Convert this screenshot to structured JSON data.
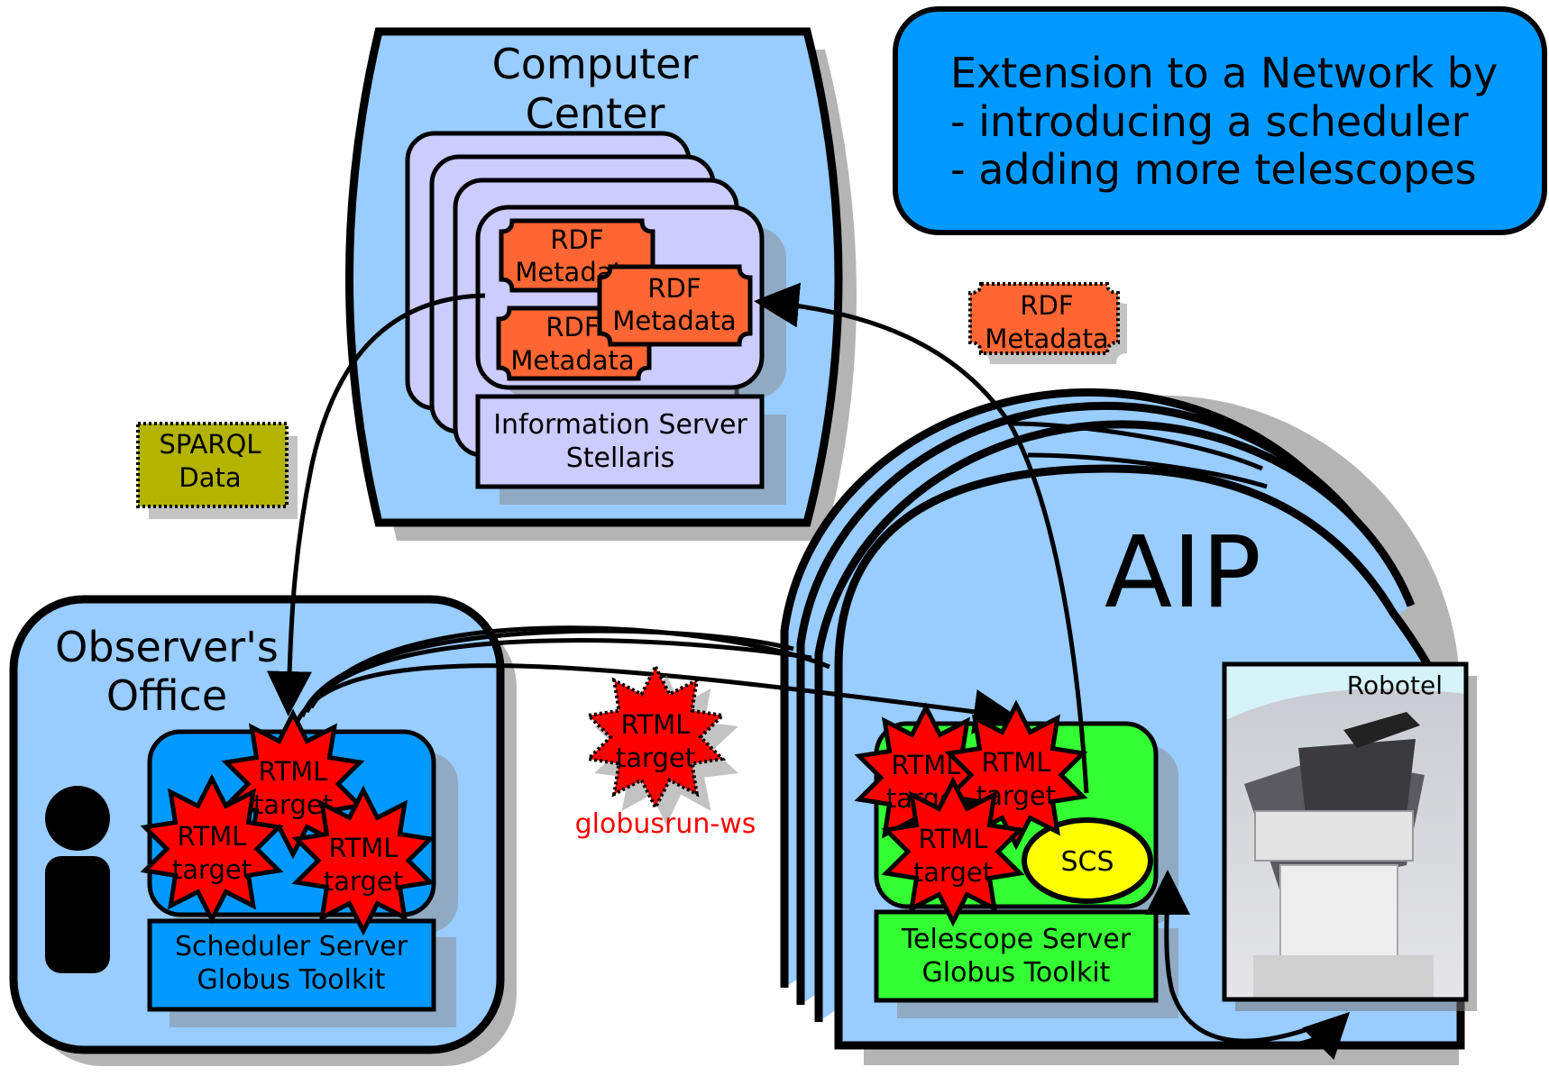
{
  "info_box": {
    "line1": "Extension to a Network by",
    "line2": "- introducing a scheduler",
    "line3": "- adding more telescopes"
  },
  "computer_center": {
    "title_line1": "Computer",
    "title_line2": "Center",
    "server_line1": "Information Server",
    "server_line2": "Stellaris",
    "metadata_line1": "RDF",
    "metadata_line2": "Metadata"
  },
  "observers_office": {
    "title_line1": "Observer's",
    "title_line2": "Office",
    "server_line1": "Scheduler Server",
    "server_line2": "Globus Toolkit"
  },
  "aip": {
    "title": "AIP",
    "server_line1": "Telescope Server",
    "server_line2": "Globus Toolkit",
    "scs": "SCS",
    "photo_label": "Robotel"
  },
  "rtml": {
    "line1": "RTML",
    "line2": "target"
  },
  "floating_rdf": {
    "line1": "RDF",
    "line2": "Metadata"
  },
  "sparql": {
    "line1": "SPARQL",
    "line2": "Data"
  },
  "globus_label": "globusrun-ws",
  "colors": {
    "light_blue": "#99ccff",
    "medium_blue": "#0099ff",
    "lavender": "#ccccff",
    "orange": "#ff6633",
    "green": "#33ff33",
    "yellow": "#ffff00",
    "red": "#ff0000",
    "olive": "#b3b300"
  }
}
